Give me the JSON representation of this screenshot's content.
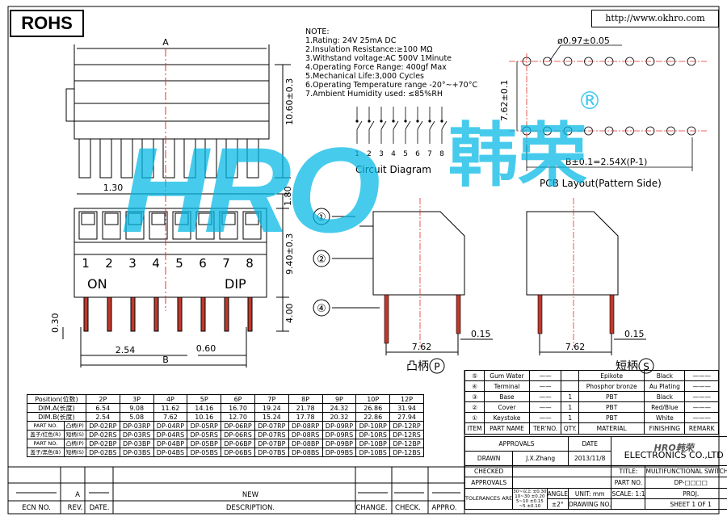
{
  "header": {
    "rohs": "ROHS",
    "url": "http://www.okhro.com"
  },
  "notes": {
    "title": "NOTE:",
    "lines": [
      "1.Rating: 24V 25mA DC",
      "2.Insulation Resistance:≥100 MΩ",
      "3.Withstand voltage:AC 500V 1Minute",
      "4.Operating Force Range: 400gf Max",
      "5.Mechanical Life:3,000 Cycles",
      "6.Operating Temperature range -20°~+70°C",
      "7.Ambient Humidity used: ≤85%RH"
    ]
  },
  "watermark": {
    "latin": "HRO",
    "cn": "韩荣",
    "reg": "®"
  },
  "top_view": {
    "dim_a": "A",
    "dim_height": "10.60±0.3"
  },
  "front_view": {
    "pitch_top": "1.30",
    "dim_180": "1.80",
    "dim_height": "9.40±0.3",
    "dim_400": "4.00",
    "dim_030": "0.30",
    "pitch": "2.54",
    "pin_width": "0.60",
    "dim_b": "B",
    "numbers": [
      "1",
      "2",
      "3",
      "4",
      "5",
      "6",
      "7",
      "8"
    ],
    "on_label": "ON",
    "dip_label": "DIP"
  },
  "circuit": {
    "label": "Circuit Diagram",
    "numbers": [
      "1",
      "2",
      "3",
      "4",
      "5",
      "6",
      "7",
      "8"
    ]
  },
  "pcb": {
    "hole": "ø0.97±0.05",
    "row_spacing": "7.62±0.1",
    "pitch": "B±0.1=2.54X(P-1)",
    "label": "PCB Layout(Pattern Side)"
  },
  "side_views": {
    "callouts": [
      "①",
      "②",
      "④"
    ],
    "p_width": "7.62",
    "p_pin": "0.15",
    "p_label": "凸柄",
    "p_code": "P",
    "s_width": "7.62",
    "s_pin": "0.15",
    "s_label": "短柄",
    "s_code": "S"
  },
  "dim_table": {
    "headers": [
      "Position(位数)",
      "2P",
      "3P",
      "4P",
      "5P",
      "6P",
      "7P",
      "8P",
      "9P",
      "10P",
      "12P"
    ],
    "dim_a": {
      "label": "DIM.A(长度)",
      "values": [
        "6.54",
        "9.08",
        "11.62",
        "14.16",
        "16.70",
        "19.24",
        "21.78",
        "24.32",
        "26.86",
        "31.94"
      ]
    },
    "dim_b": {
      "label": "DIM.B(长度)",
      "values": [
        "2.54",
        "5.08",
        "7.62",
        "10.16",
        "12.70",
        "15.24",
        "17.78",
        "20.32",
        "22.86",
        "27.94"
      ]
    },
    "part_rows": [
      {
        "l1": "PART NO.",
        "l2": "凸柄(P)",
        "values": [
          "DP-02RP",
          "DP-03RP",
          "DP-04RP",
          "DP-05RP",
          "DP-06RP",
          "DP-07RP",
          "DP-08RP",
          "DP-09RP",
          "DP-10RP",
          "DP-12RP"
        ]
      },
      {
        "l1": "盖子/红色(R)",
        "l2": "短柄(S)",
        "values": [
          "DP-02RS",
          "DP-03RS",
          "DP-04RS",
          "DP-05RS",
          "DP-06RS",
          "DP-07RS",
          "DP-08RS",
          "DP-09RS",
          "DP-10RS",
          "DP-12RS"
        ]
      },
      {
        "l1": "PART NO.",
        "l2": "凸柄(P)",
        "values": [
          "DP-02BP",
          "DP-03BP",
          "DP-04BP",
          "DP-05BP",
          "DP-06BP",
          "DP-07BP",
          "DP-08BP",
          "DP-09BP",
          "DP-10BP",
          "DP-12BP"
        ]
      },
      {
        "l1": "盖子/黑色(B)",
        "l2": "短柄(S)",
        "values": [
          "DP-02BS",
          "DP-03BS",
          "DP-04BS",
          "DP-05BS",
          "DP-06BS",
          "DP-07BS",
          "DP-08BS",
          "DP-09BS",
          "DP-10BS",
          "DP-12BS"
        ]
      }
    ]
  },
  "bom": {
    "rows": [
      {
        "item": "⑤",
        "name": "Gum Water",
        "ter": "——",
        "qty": "",
        "material": "Epikote",
        "finishing": "Black",
        "remark": "———"
      },
      {
        "item": "④",
        "name": "Terminal",
        "ter": "——",
        "qty": "",
        "material": "Phosphor bronze",
        "finishing": "Au Plating",
        "remark": "———"
      },
      {
        "item": "③",
        "name": "Base",
        "ter": "——",
        "qty": "1",
        "material": "PBT",
        "finishing": "Black",
        "remark": "———"
      },
      {
        "item": "②",
        "name": "Cover",
        "ter": "——",
        "qty": "1",
        "material": "PBT",
        "finishing": "Red/Blue",
        "remark": "———"
      },
      {
        "item": "①",
        "name": "Keystoke",
        "ter": "——",
        "qty": "1",
        "material": "PBT",
        "finishing": "White",
        "remark": "———"
      }
    ],
    "headers": {
      "item": "ITEM",
      "name": "PART NAME",
      "ter": "TER'NO.",
      "qty": "QTY.",
      "material": "MATERIAL",
      "finishing": "FINISHING",
      "remark": "REMARK"
    }
  },
  "title_block": {
    "approvals": "APPROVALS",
    "date": "DATE",
    "drawn": "DRAWN",
    "drawn_by": "J.X.Zhang",
    "drawn_date": "2013/11/8",
    "checked": "CHECKED",
    "approvals2": "APPROVALS",
    "tolerances": "TOLERANCES ARE",
    "tol_rows": [
      "30~以上 ±0.30",
      "10~30 ±0.20",
      "5~10 ±0.15",
      "~5 ±0.10"
    ],
    "angle": "ANGLE",
    "angle_val": "±2°",
    "company_logo": "HRO韩荣",
    "company": "ELECTRONICS CO.,LTD",
    "part_no_label": "PART NO.",
    "title_label": "TITLE:",
    "title": "MULTIFUNCTIONAL SWITCHES",
    "part_no": "DP-□□□□",
    "unit": "UNIT: mm",
    "scale": "SCALE: 1:1",
    "proj": "PROJ.",
    "drawing_no": "DRAWING NO.",
    "sheet": "SHEET 1 OF 1"
  },
  "revision": {
    "rev": "A",
    "desc": "NEW",
    "headers": [
      "ECN NO.",
      "REV.",
      "DATE.",
      "DESCRIPTION.",
      "CHANGE.",
      "CHECK.",
      "APPRO."
    ]
  },
  "colors": {
    "watermark": "#00b8e6",
    "centerline": "#e0302a",
    "pin": "#c0392b"
  }
}
